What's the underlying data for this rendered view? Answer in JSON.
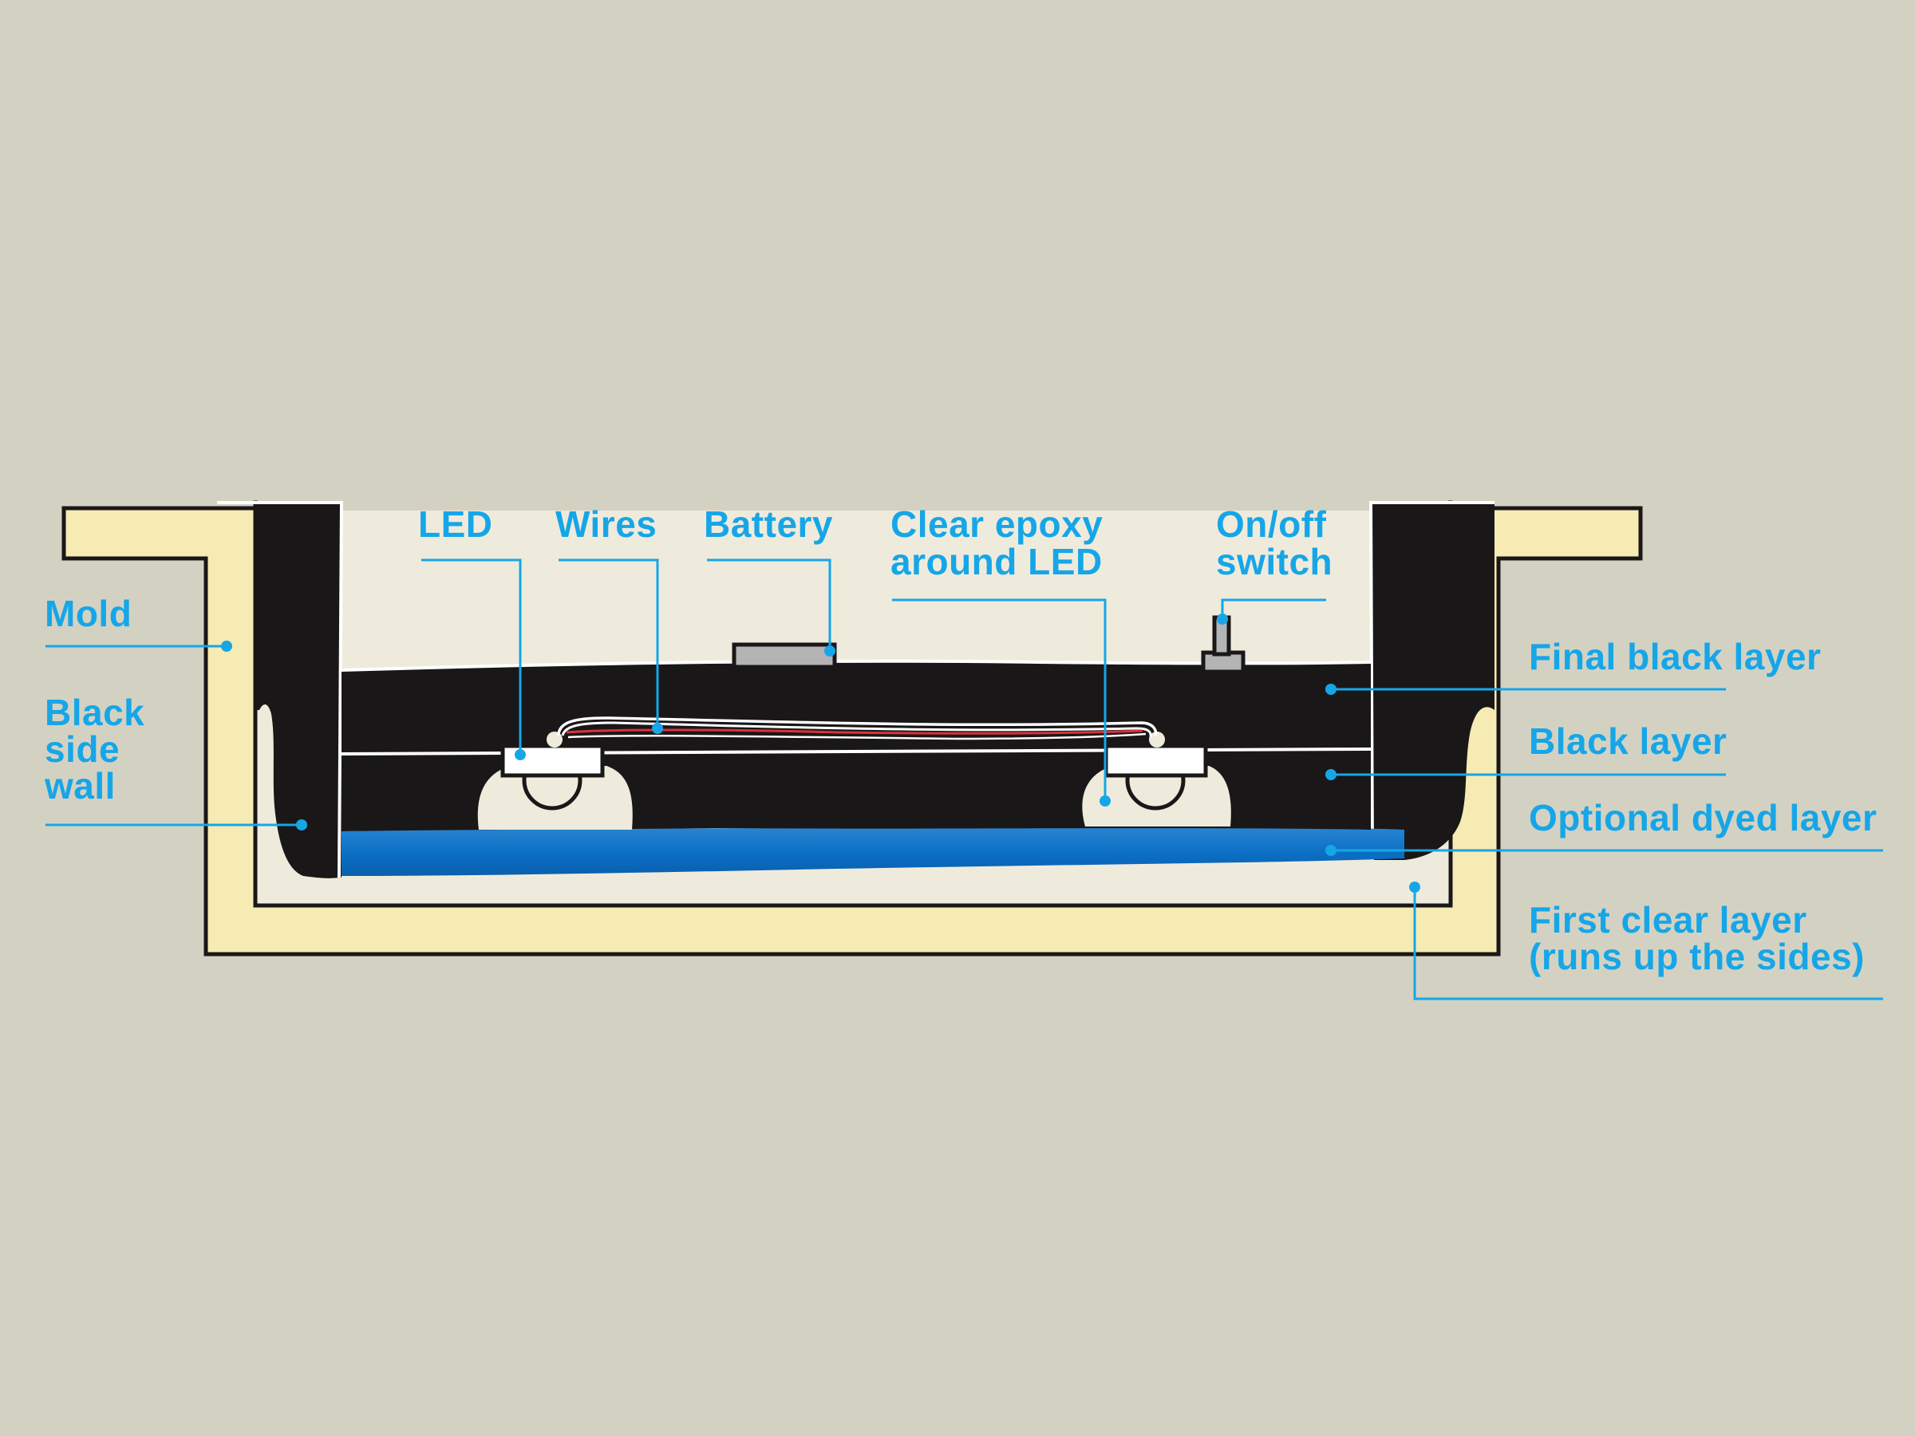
{
  "colors": {
    "background": "#d3d2c2",
    "mold": "#f6ebb2",
    "clear_layer": "#efebdc",
    "black": "#1a1718",
    "dyed_layer": "#0b6fc4",
    "callout": "#16a6e8",
    "wire_red": "#d8333a",
    "battery": "#b4b4b4"
  },
  "labels": {
    "led": "LED",
    "wires": "Wires",
    "battery": "Battery",
    "clear_epoxy_line1": "Clear epoxy",
    "clear_epoxy_line2": "around LED",
    "switch_line1": "On/off",
    "switch_line2": "switch",
    "mold": "Mold",
    "side_wall_line1": "Black",
    "side_wall_line2": "side",
    "side_wall_line3": "wall",
    "final_black": "Final black layer",
    "black_layer": "Black layer",
    "dyed_layer": "Optional dyed layer",
    "first_clear_line1": "First clear layer",
    "first_clear_line2": "(runs up the sides)"
  }
}
